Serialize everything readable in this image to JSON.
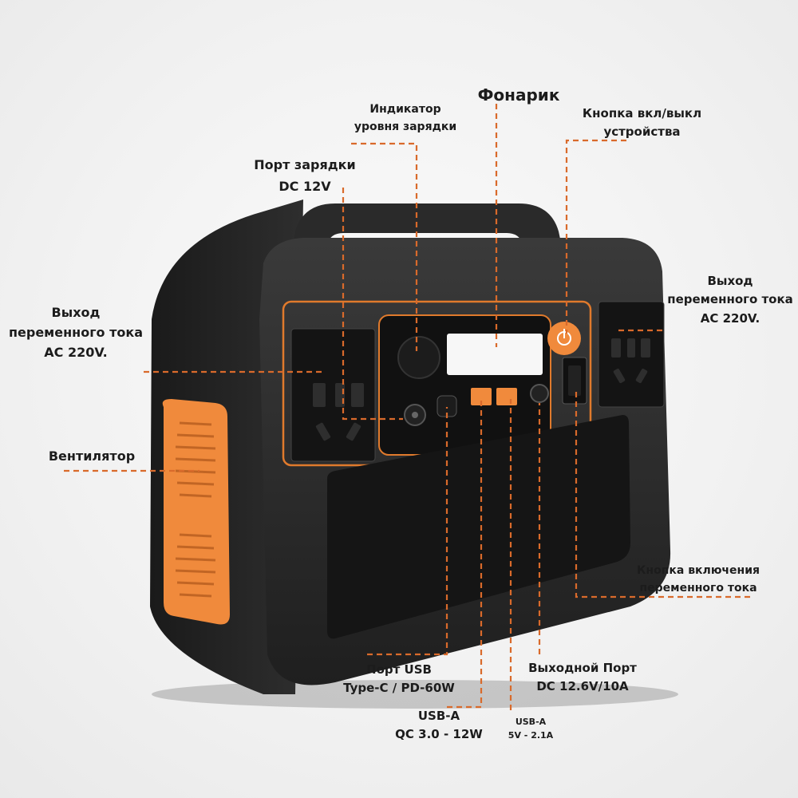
{
  "labels": {
    "charge_indicator": [
      "Индикатор",
      "уровня зарядки"
    ],
    "flashlight": "Фонарик",
    "power_button": [
      "Кнопка вкл/выкл",
      "устройства"
    ],
    "charging_port": [
      "Порт зарядки",
      "DC 12V"
    ],
    "ac_outlet_left": [
      "Выход",
      "переменного тока",
      "AC 220V."
    ],
    "ac_outlet_right": [
      "Выход",
      "переменного тока",
      "AC 220V."
    ],
    "fan": "Вентилятор",
    "ac_switch": [
      "Кнопка включения",
      "переменного тока"
    ],
    "usb_c": [
      "Порт USB",
      "Type-C / PD-60W"
    ],
    "usb_a_qc": [
      "USB-A",
      "QC 3.0 - 12W"
    ],
    "usb_a": [
      "USB-A",
      "5V - 2.1A"
    ],
    "dc_out": [
      "Выходной Порт",
      "DC 12.6V/10A"
    ]
  },
  "colors": {
    "accent": "#f08a3c",
    "callout": "#d96a2b",
    "body": "#2b2b2b"
  }
}
